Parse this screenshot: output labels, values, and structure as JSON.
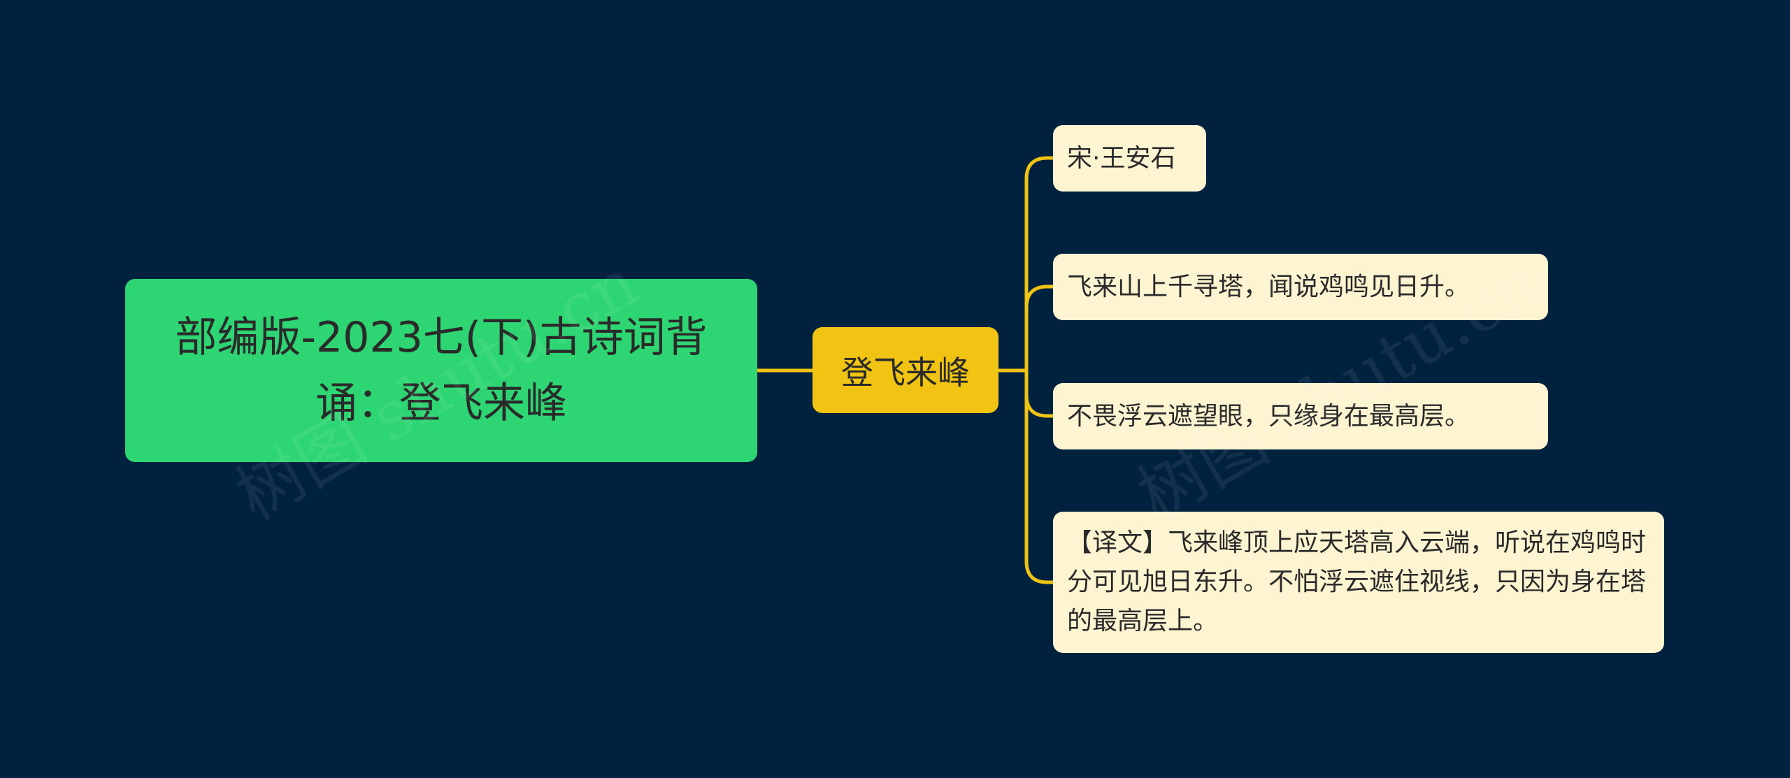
{
  "mindmap": {
    "root": {
      "text": "部编版-2023七(下)古诗词背诵：登飞来峰",
      "color": "#2ed573"
    },
    "topic": {
      "text": "登飞来峰",
      "color": "#f1c312"
    },
    "leaves": [
      {
        "text": "宋·王安石"
      },
      {
        "text": "飞来山上千寻塔，闻说鸡鸣见日升。"
      },
      {
        "text": "不畏浮云遮望眼，只缘身在最高层。"
      },
      {
        "text": "【译文】飞来峰顶上应天塔高入云端，听说在鸡鸣时分可见旭日东升。不怕浮云遮住视线，只因为身在塔的最高层上。"
      }
    ],
    "connector_color": "#f1c312",
    "background": "#01223f",
    "leaf_color": "#fdf4d1"
  },
  "watermark": {
    "text": "树图 shutu.cn"
  }
}
